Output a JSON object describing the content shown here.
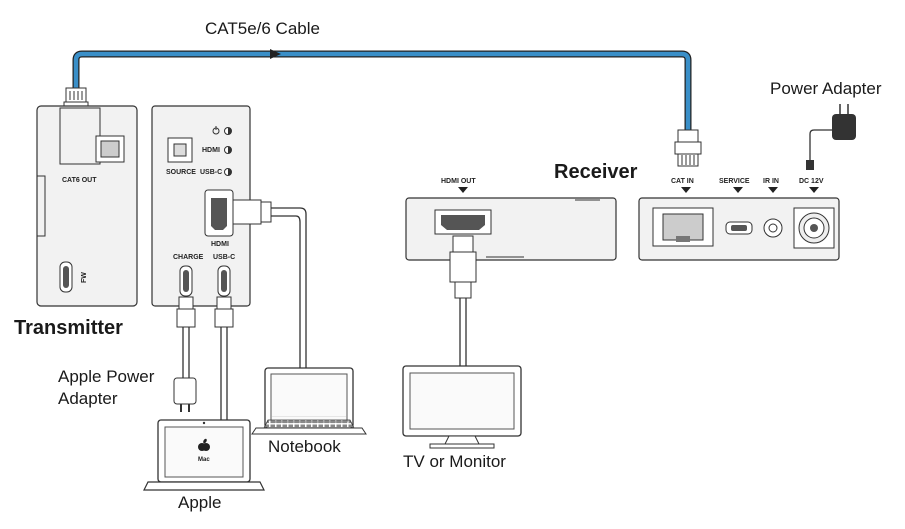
{
  "labels": {
    "cable": "CAT5e/6 Cable",
    "power_adapter": "Power Adapter",
    "receiver": "Receiver",
    "transmitter": "Transmitter",
    "apple_power_adapter_line1": "Apple Power",
    "apple_power_adapter_line2": "Adapter",
    "notebook": "Notebook",
    "tv_monitor": "TV or Monitor",
    "apple": "Apple"
  },
  "transmitter_ports": {
    "cat6_out": "CAT6 OUT",
    "fw": "FW",
    "source": "SOURCE",
    "hdmi_led": "HDMI",
    "usbc_led": "USB-C",
    "hdmi": "HDMI",
    "charge": "CHARGE",
    "usbc": "USB-C"
  },
  "receiver_ports": {
    "hdmi_out": "HDMI OUT",
    "cat_in": "CAT IN",
    "service": "SERVICE",
    "ir_in": "IR IN",
    "dc_12v": "DC 12V"
  },
  "laptop_logo_text": "Mac",
  "colors": {
    "cable": "#3a8fc8",
    "outline": "#333333",
    "device_fill": "#f2f2f2"
  },
  "icons": [
    "power-icon",
    "led-icon",
    "apple-logo-icon",
    "plug-icon"
  ]
}
